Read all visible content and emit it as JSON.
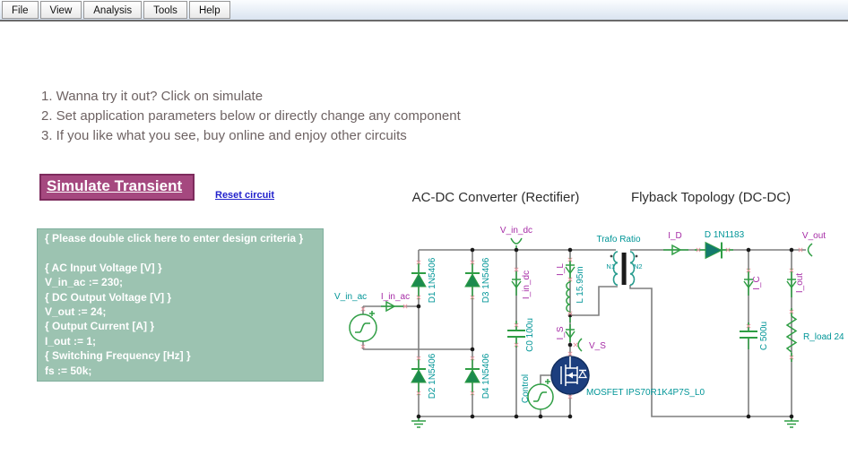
{
  "menu": {
    "items": [
      "File",
      "View",
      "Analysis",
      "Tools",
      "Help"
    ]
  },
  "instructions": [
    "1. Wanna try it out? Click on simulate",
    "2. Set application parameters below or directly change any component",
    "3. If you like what you see, buy online and enjoy other circuits"
  ],
  "actions": {
    "simulate": "Simulate Transient",
    "reset": "Reset circuit"
  },
  "criteria": [
    "{ Please double click here to enter design criteria }",
    "",
    "{ AC Input Voltage [V] }",
    "V_in_ac := 230;",
    "{ DC Output Voltage [V] }",
    "V_out := 24;",
    "{ Output Current [A] }",
    "I_out := 1;",
    "{ Switching Frequency [Hz] }",
    "fs := 50k;"
  ],
  "sections": {
    "left_title": "AC-DC Converter (Rectifier)",
    "right_title": "Flyback Topology (DC-DC)"
  },
  "circuit": {
    "labels": {
      "v_in_ac": "V_in_ac",
      "i_in_ac": "I_in_ac",
      "d1": "D1 1N5406",
      "d2": "D2 1N5406",
      "d3": "D3 1N5406",
      "d4": "D4 1N5406",
      "v_in_dc": "V_in_dc",
      "i_in_dc": "I_in_dc",
      "c0": "C0 100u",
      "i_l": "I_L",
      "l1": "L 15.95m",
      "i_s": "I_S",
      "control": "Control",
      "v_s": "V_S",
      "mosfet": "MOSFET IPS70R1K4P7S_L0",
      "trafo_ratio": "Trafo Ratio",
      "n1": "N1",
      "n2": "N2",
      "i_d": "I_D",
      "d_out": "D 1N1183",
      "v_out": "V_out",
      "i_c": "I_C",
      "c_out": "C 500u",
      "i_out": "I_out",
      "r_load": "R_load 24"
    }
  },
  "colors": {
    "accent_magenta": "#A5487F",
    "criteria_bg": "#9CC3B1",
    "component_green": "#2F9E44",
    "label_teal": "#009597",
    "label_purple": "#A62CA6",
    "mosfet_navy": "#1C3E7E",
    "link_blue": "#2222CC"
  }
}
